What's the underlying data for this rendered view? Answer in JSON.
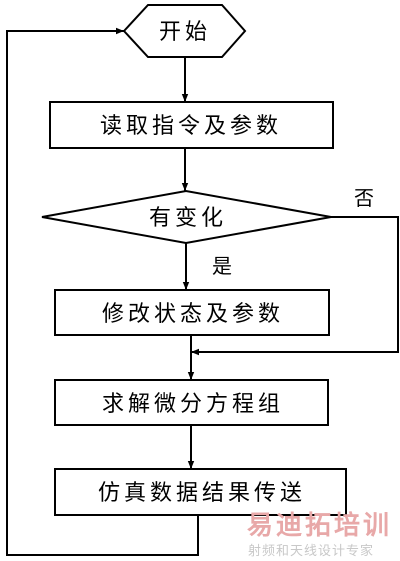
{
  "nodes": {
    "start": "开始",
    "read": "读取指令及参数",
    "decision": "有变化",
    "modify": "修改状态及参数",
    "solve": "求解微分方程组",
    "transfer": "仿真数据结果传送"
  },
  "edges": {
    "no": "否",
    "yes": "是"
  },
  "watermark": {
    "main": "易迪拓培训",
    "sub": "射频和天线设计专家"
  }
}
